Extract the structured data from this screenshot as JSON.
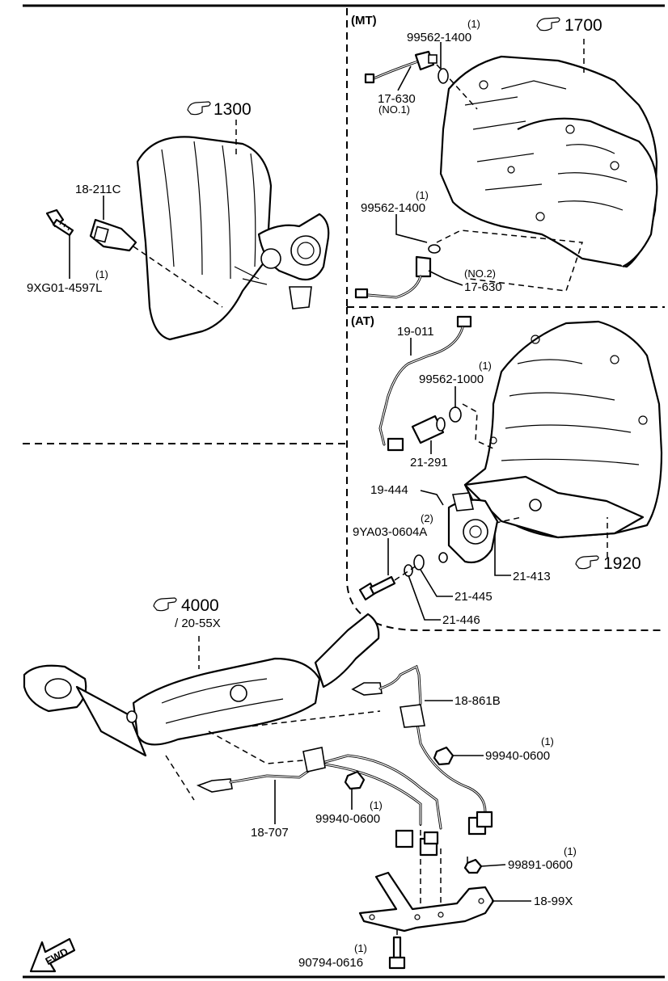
{
  "sections": {
    "mt": "(MT)",
    "at": "(AT)"
  },
  "references": {
    "ref_1300": "1300",
    "ref_1700": "1700",
    "ref_1920": "1920",
    "ref_4000": "4000",
    "ref_4000_sub": "/ 20-55X"
  },
  "parts": {
    "p18_211C": "18-211C",
    "p9XG01_qty": "(1)",
    "p9XG01": "9XG01-4597L",
    "p99562_1400_a_qty": "(1)",
    "p99562_1400_a": "99562-1400",
    "p17_630_a": "17-630",
    "p17_630_a_note": "(NO.1)",
    "p99562_1400_b_qty": "(1)",
    "p99562_1400_b": "99562-1400",
    "p17_630_b_note": "(NO.2)",
    "p17_630_b": "17-630",
    "p19_011": "19-011",
    "p99562_1000_qty": "(1)",
    "p99562_1000": "99562-1000",
    "p21_291": "21-291",
    "p19_444": "19-444",
    "p9YA03_qty": "(2)",
    "p9YA03": "9YA03-0604A",
    "p21_413": "21-413",
    "p21_445": "21-445",
    "p21_446": "21-446",
    "p18_861B": "18-861B",
    "p99940_a_qty": "(1)",
    "p99940_a": "99940-0600",
    "p99940_b_qty": "(1)",
    "p99940_b": "99940-0600",
    "p18_707": "18-707",
    "p99891_qty": "(1)",
    "p99891": "99891-0600",
    "p18_99X": "18-99X",
    "p90794_qty": "(1)",
    "p90794": "90794-0616"
  },
  "fwd": "FWD",
  "icons": {
    "reference": "pointing-hand-icon",
    "direction": "forward-arrow-icon"
  }
}
